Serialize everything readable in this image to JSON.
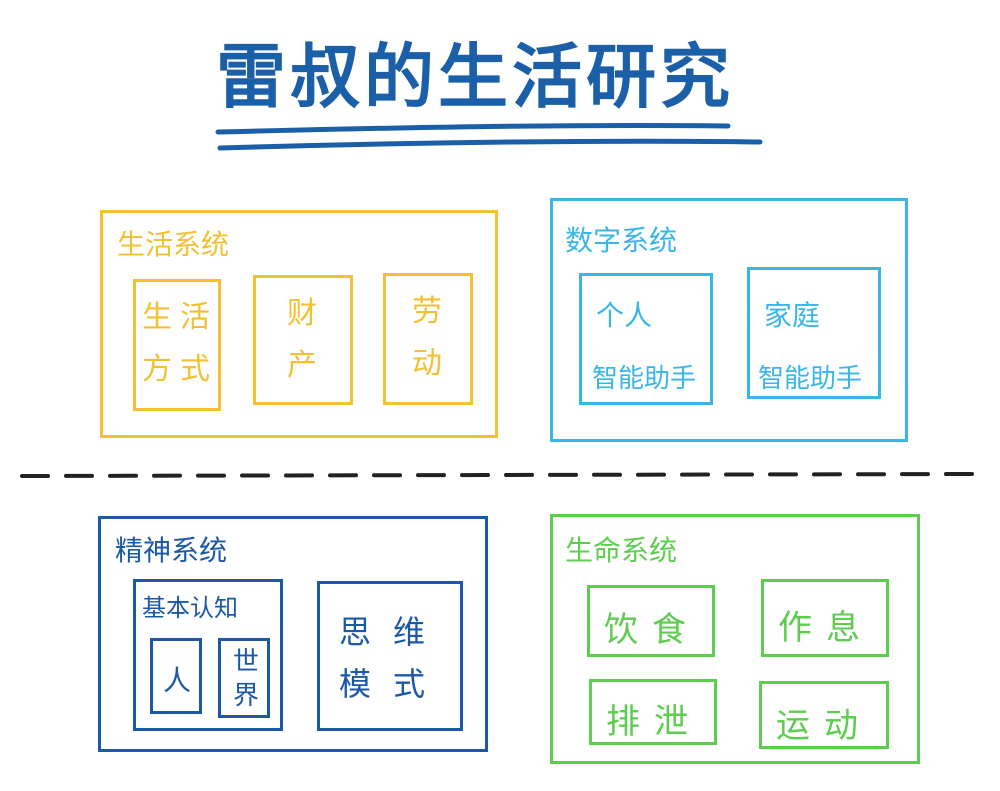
{
  "title": "雷叔的生活研究",
  "colors": {
    "title": "#1a5fa8",
    "life": "#f2c030",
    "digital": "#38b6e8",
    "spirit": "#1b58a6",
    "vital": "#5ccd4e",
    "divider": "#222222"
  },
  "life_system": {
    "title": "生活系统",
    "items": [
      {
        "line1": "生活",
        "line2": "方式"
      },
      {
        "line1": "财",
        "line2": "产"
      },
      {
        "line1": "劳",
        "line2": "动"
      }
    ]
  },
  "digital_system": {
    "title": "数字系统",
    "items": [
      {
        "line1": "个人",
        "line2": "智能助手"
      },
      {
        "line1": "家庭",
        "line2": "智能助手"
      }
    ]
  },
  "spirit_system": {
    "title": "精神系统",
    "cognition": {
      "title": "基本认知",
      "person": "人",
      "world": "世界"
    },
    "thinking": {
      "line1": "思维",
      "line2": "模式"
    }
  },
  "vital_system": {
    "title": "生命系统",
    "items": [
      "饮食",
      "作息",
      "排泄",
      "运动"
    ]
  }
}
